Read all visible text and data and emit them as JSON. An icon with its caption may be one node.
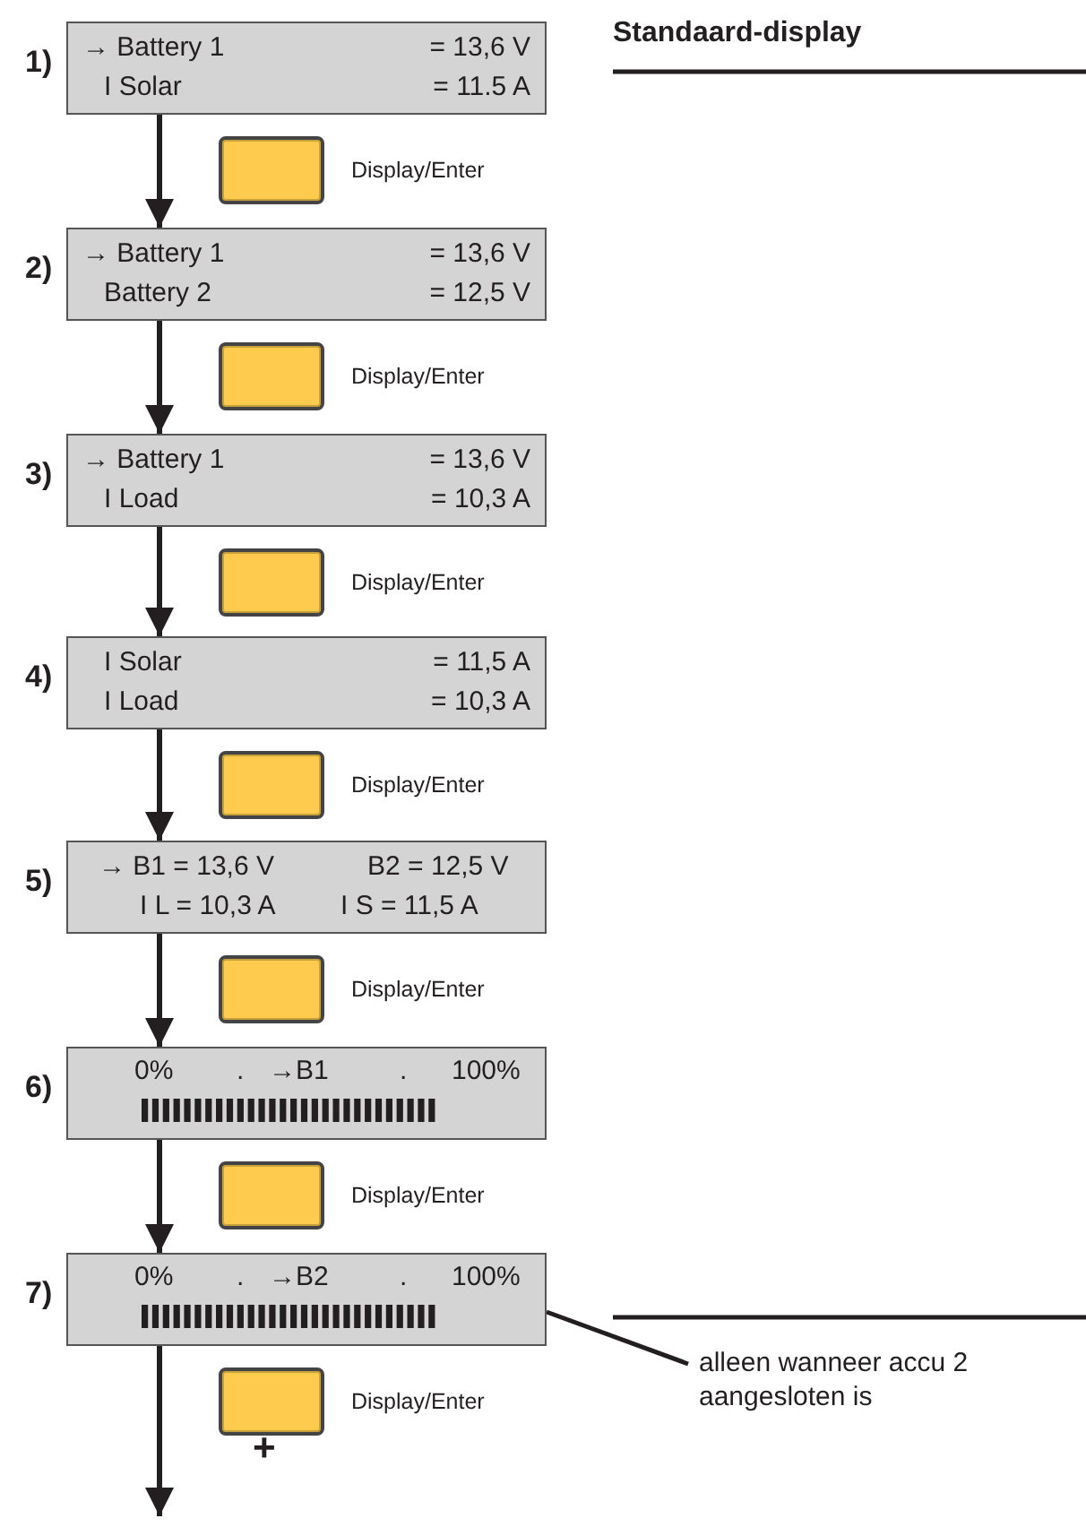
{
  "diagram": {
    "title": "Standaard-display",
    "nodes": [
      {
        "text": [
          "→ Battery 1",
          "= 13,6 V",
          "I Solar",
          "= 11.5 A"
        ],
        "beside": [
          "1)"
        ]
      },
      {
        "text": [
          "→ Battery 1",
          "= 13,6 V",
          "Battery 2",
          "= 12,5 V"
        ],
        "beside": [
          "2)"
        ]
      },
      {
        "text": [
          "→ Battery 1",
          "= 13,6 V",
          "I Load",
          "= 10,3 A"
        ],
        "beside": [
          "3)"
        ]
      },
      {
        "text": [
          "I Solar",
          "= 11,5 A",
          "I Load",
          "= 10,3 A"
        ],
        "beside": [
          "4)"
        ]
      },
      {
        "text": [
          "→ B1 = 13,6 V",
          "B2 = 12,5 V",
          "I L = 10,3 A",
          "I S = 11,5 A"
        ],
        "beside": [
          "5)"
        ]
      },
      {
        "text": [
          "0%",
          ".",
          "→B1",
          ".",
          "100%"
        ],
        "beside": [
          "6)"
        ]
      },
      {
        "text": [
          "0%",
          ".",
          "→B2",
          ".",
          "100%"
        ],
        "beside": [
          "7)"
        ]
      },
      {
        "text": [
          "alleen wanneer accu 2 aangesloten is"
        ]
      }
    ],
    "edges": [
      {
        "from": 0,
        "to": 1,
        "arrow": "to"
      },
      {
        "from": 1,
        "to": 2,
        "arrow": "to"
      },
      {
        "from": 2,
        "to": 3,
        "arrow": "to"
      },
      {
        "from": 3,
        "to": 4,
        "arrow": "to"
      },
      {
        "from": 4,
        "to": 5,
        "arrow": "to"
      },
      {
        "from": 5,
        "to": 6,
        "arrow": "to"
      },
      {
        "from": 6,
        "to": null,
        "arrow": "to"
      },
      {
        "from": 7,
        "to": 6,
        "arrow": "none"
      }
    ],
    "labels": [
      "Display/Enter",
      "Display/Enter",
      "Display/Enter",
      "Display/Enter",
      "Display/Enter",
      "Display/Enter",
      "Display/Enter",
      "+"
    ]
  }
}
